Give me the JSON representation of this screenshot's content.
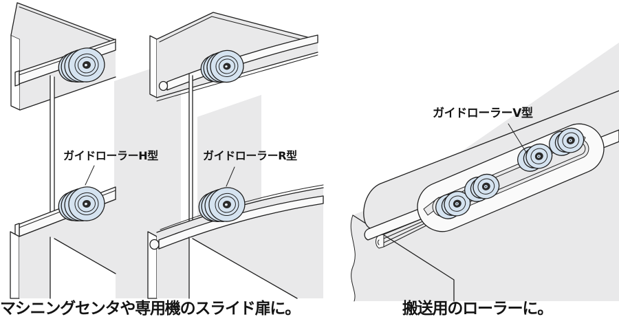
{
  "illustration": {
    "labels": {
      "h_type": "ガイドローラーH型",
      "r_type": "ガイドローラーR型",
      "v_type": "ガイドローラーV型"
    },
    "captions": {
      "left": "マシニングセンタや専用機のスライド扉に。",
      "right": "搬送用のローラーに。"
    },
    "colors": {
      "background": "#ffffff",
      "panel": "#e9e9ea",
      "roller": "#d5e3f0",
      "rail": "#fafafa",
      "outline": "#1f1f1f"
    }
  }
}
